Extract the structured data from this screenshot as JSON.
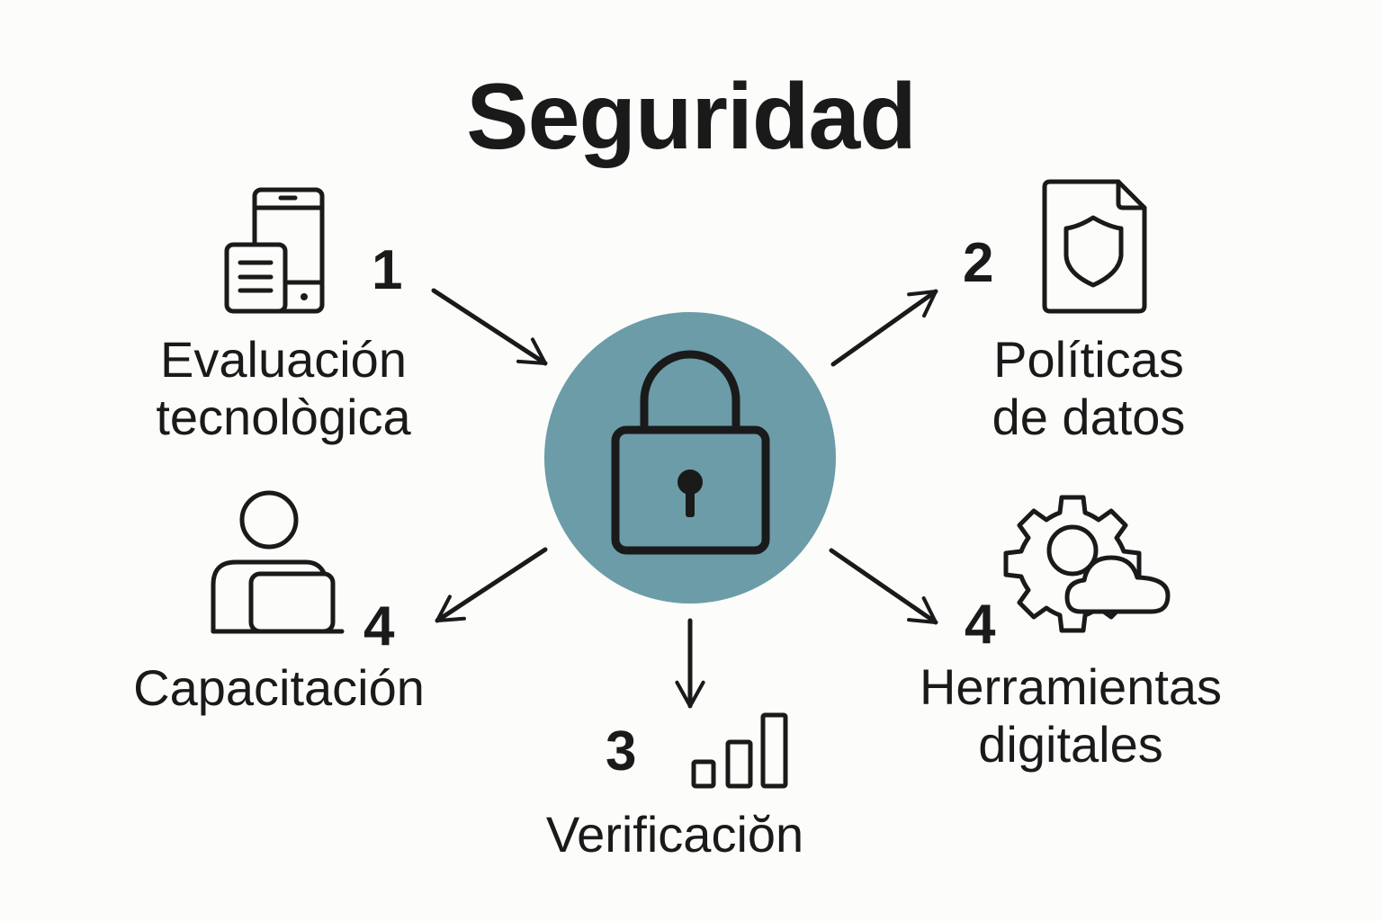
{
  "title": "Seguridad",
  "colors": {
    "background": "#fcfcfa",
    "center_circle": "#6b9ca8",
    "stroke": "#1a1a1a"
  },
  "center": {
    "icon": "padlock-icon"
  },
  "nodes": [
    {
      "id": "evaluacion",
      "number": "1",
      "label_lines": [
        "Evaluación",
        "tecnològica"
      ],
      "icon": "devices-icon",
      "arrow": "toward-center"
    },
    {
      "id": "politicas",
      "number": "2",
      "label_lines": [
        "Políticas",
        "de datos"
      ],
      "icon": "shield-document-icon",
      "arrow": "away-from-center"
    },
    {
      "id": "verificacion",
      "number": "3",
      "label_lines": [
        "Verificaciŏn"
      ],
      "icon": "bar-chart-icon",
      "arrow": "away-from-center"
    },
    {
      "id": "capacitacion",
      "number": "4",
      "label_lines": [
        "Capacitación"
      ],
      "icon": "user-laptop-icon",
      "arrow": "away-from-center"
    },
    {
      "id": "herramientas",
      "number": "4",
      "label_lines": [
        "Herramientas",
        "digitales"
      ],
      "icon": "gear-cloud-icon",
      "arrow": "away-from-center"
    }
  ]
}
